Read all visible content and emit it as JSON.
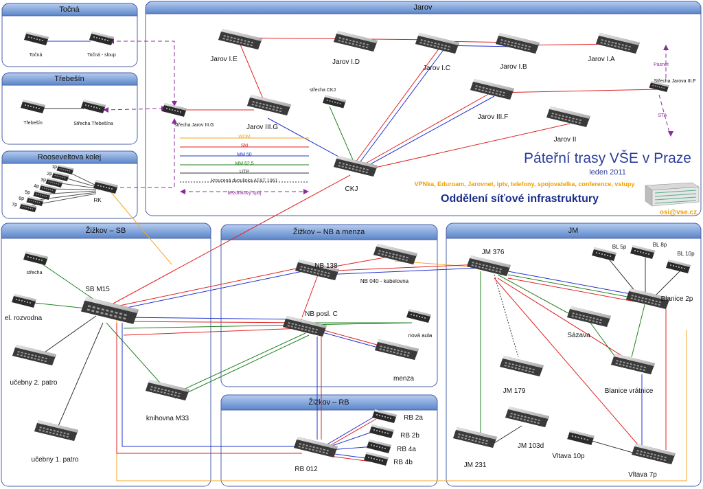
{
  "title": {
    "main": "Páteřní trasy VŠE v Praze",
    "date": "leden 2011",
    "services": "VPNka, Eduroam, Jarovnet, iptv, telefony, spojovatelka, conference, vstupy",
    "department": "Oddělení síťové infrastruktury",
    "email": "osi@vse.cz"
  },
  "zones": {
    "tocna": "Točná",
    "trebesin": "Třebešín",
    "roosevelt": "Rooseveltova kolej",
    "jarov": "Jarov",
    "zizkov_sb": "Žižkov – SB",
    "zizkov_nb": "Žižkov – NB a menza",
    "zizkov_rb": "Žižkov – RB",
    "jm": "JM"
  },
  "nodes": {
    "tocna": "Točná",
    "tocna_sloup": "Točná - sloup",
    "trebesin": "Třebešín",
    "strecha_trebesina": "Střecha Třebešína",
    "rk": "RK",
    "p1": "1p",
    "p2": "2p",
    "p3": "3p",
    "p4": "4p",
    "p5": "5p",
    "p6": "6p",
    "p7": "7p",
    "jarov_ie": "Jarov I.E",
    "jarov_id": "Jarov I.D",
    "jarov_ic": "Jarov I.C",
    "jarov_ib": "Jarov I.B",
    "jarov_ia": "Jarov I.A",
    "strecha_jarov_iiig": "střecha Jarov III.G",
    "jarov_iiig": "Jarov III.G",
    "strecha_ckj": "střecha CKJ",
    "jarov_iiif": "Jarov III.F",
    "jarov_ii": "Jarov II",
    "strecha_jarova_iiif": "Střecha Jarova III.F",
    "pasnet": "Pasnet",
    "sta": "STA",
    "ckj": "CKJ",
    "strecha": "střecha",
    "el_rozvodna": "el. rozvodna",
    "sb_m15": "SB M15",
    "ucebny2": "učebny 2. patro",
    "ucebny1": "učebny 1. patro",
    "knihovna": "knihovna M33",
    "nb138": "NB 138",
    "nb040": "NB 040 - kabelovna",
    "nb_posl_c": "NB posl. C",
    "nova_aula": "nová aula",
    "menza": "menza",
    "rb012": "RB 012",
    "rb2a": "RB 2a",
    "rb2b": "RB 2b",
    "rb4a": "RB 4a",
    "rb4b": "RB 4b",
    "jm376": "JM 376",
    "bl5p": "BL 5p",
    "bl8p": "BL 8p",
    "bl10p": "BL 10p",
    "blanice2p": "Blanice 2p",
    "sazava": "Sázava",
    "blanice_vratnice": "Blanice vrátnice",
    "jm179": "JM 179",
    "jm103d": "JM 103d",
    "jm231": "JM 231",
    "vltava10p": "Vltava 10p",
    "vltava7p": "Vltava 7p"
  },
  "legend": {
    "wdm": "WDM",
    "sm": "SM",
    "mm50": "MM 50",
    "mm625": "MM 62,5",
    "utp": "UTP",
    "att": "kroucená dvoulinka AT&T 1061",
    "wireless": "bezdrátový spoj"
  },
  "colors": {
    "wdm": "#f5a623",
    "sm": "#e02020",
    "mm50": "#2030d0",
    "mm625": "#208020",
    "utp": "#333333",
    "wireless": "#8a2c9a",
    "zone_header": "#5b85c8",
    "zone_border": "#4a5fa8"
  }
}
